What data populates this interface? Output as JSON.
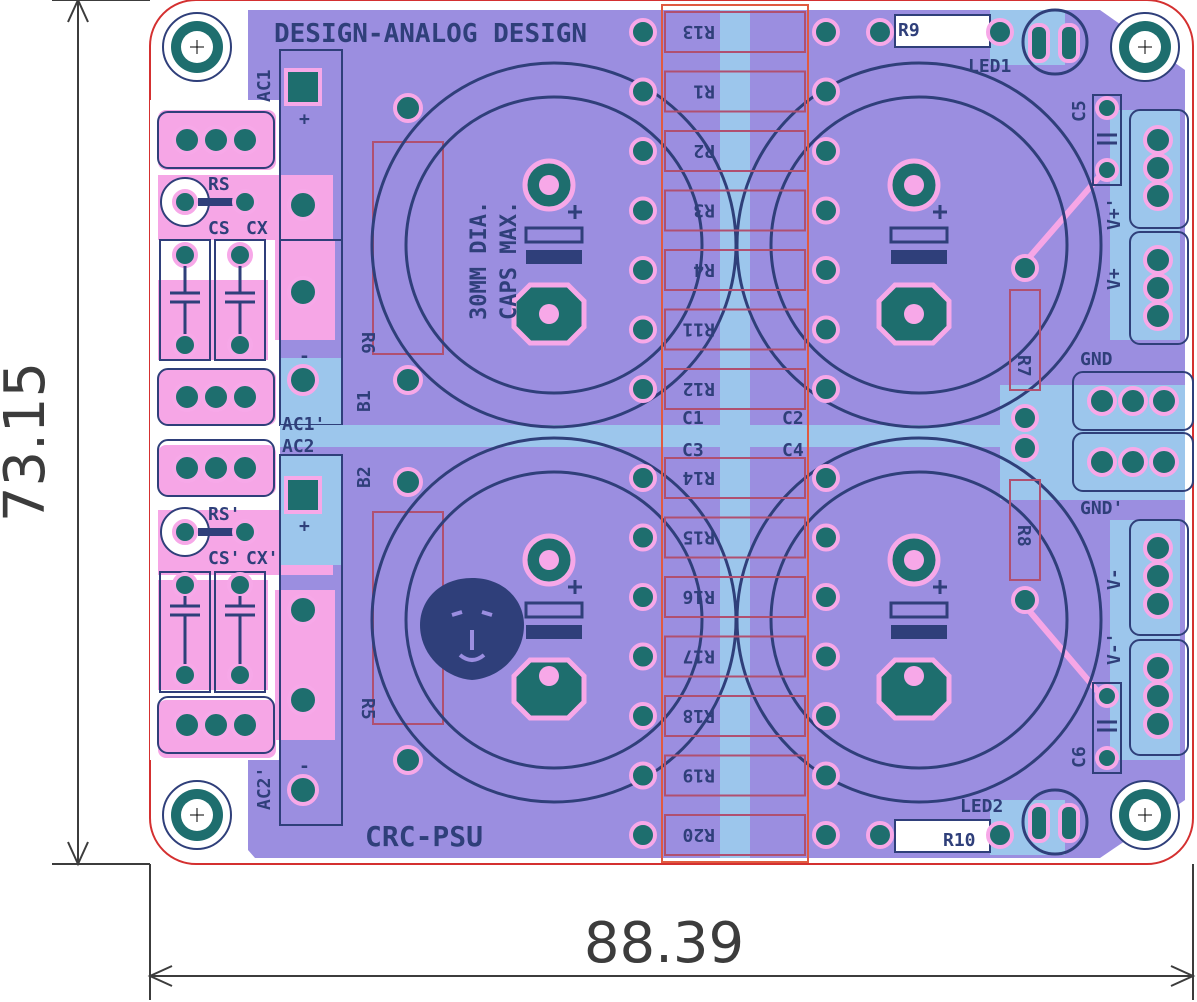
{
  "title": "DESIGN-ANALOG DESIGN",
  "board_name": "CRC-PSU",
  "note_line1": "30MM DIA.",
  "note_line2": "CAPS MAX.",
  "dimensions": {
    "width": "88.39",
    "height": "73.15"
  },
  "colors": {
    "board_fill": "#9b8ee0",
    "trace": "#9cc6ec",
    "pad_ring": "#f7a8e8",
    "pad_hole": "#1e6e6e",
    "copper_pink": "#f6a6e6",
    "silk": "#2f3f7a",
    "outline": "#d43030",
    "dimension": "#3c3c3c"
  },
  "labels": {
    "ac1": "AC1",
    "ac1p": "AC1'",
    "ac2": "AC2",
    "ac2p": "AC2'",
    "b1": "B1",
    "b2": "B2",
    "rs": "RS",
    "rsp": "RS'",
    "cs": "CS",
    "csp": "CS'",
    "cx": "CX",
    "cxp": "CX'",
    "r6": "R6",
    "r5": "R5",
    "c1": "C1",
    "c2": "C2",
    "c3": "C3",
    "c4": "C4",
    "c5": "C5",
    "c6": "C6",
    "r9": "R9",
    "r10": "R10",
    "r7": "R7",
    "r8": "R8",
    "led1": "LED1",
    "led2": "LED2",
    "gnd": "GND",
    "gndp": "GND'",
    "vplus": "V+",
    "vplusp": "V+'",
    "vminus": "V-",
    "vminusp": "V-'",
    "plus": "+",
    "minus": "-",
    "tilde": "~"
  },
  "resistor_bank_top": [
    "R13",
    "R1",
    "R2",
    "R3",
    "R4",
    "R11",
    "R12"
  ],
  "resistor_bank_bottom": [
    "R14",
    "R15",
    "R16",
    "R17",
    "R18",
    "R19",
    "R20"
  ]
}
